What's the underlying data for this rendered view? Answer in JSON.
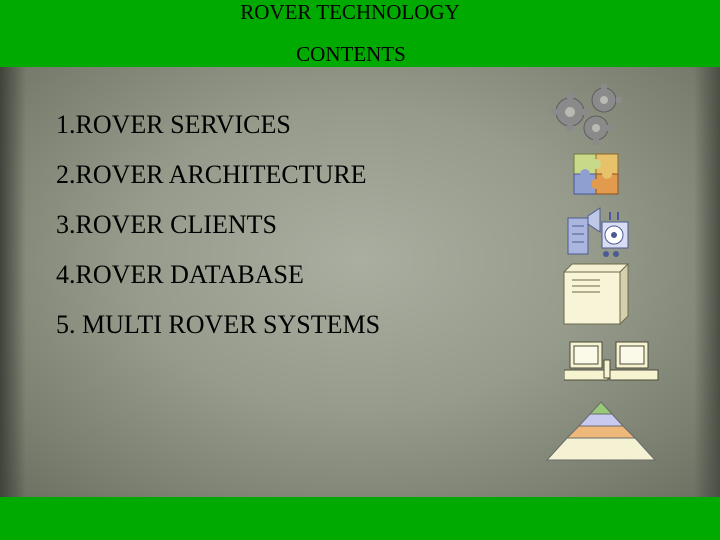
{
  "header": {
    "title": "ROVER TECHNOLOGY",
    "subtitle": "CONTENTS"
  },
  "contents": {
    "items": [
      "1.ROVER SERVICES",
      "2.ROVER ARCHITECTURE",
      "3.ROVER CLIENTS",
      "4.ROVER DATABASE",
      "5. MULTI ROVER SYSTEMS"
    ]
  },
  "icons": [
    "gears-icon",
    "puzzle-icon",
    "media-icon",
    "server-icon",
    "computers-icon",
    "pyramid-icon"
  ],
  "colors": {
    "header_green": "#00aa00",
    "panel_gray": "#969b8c"
  }
}
